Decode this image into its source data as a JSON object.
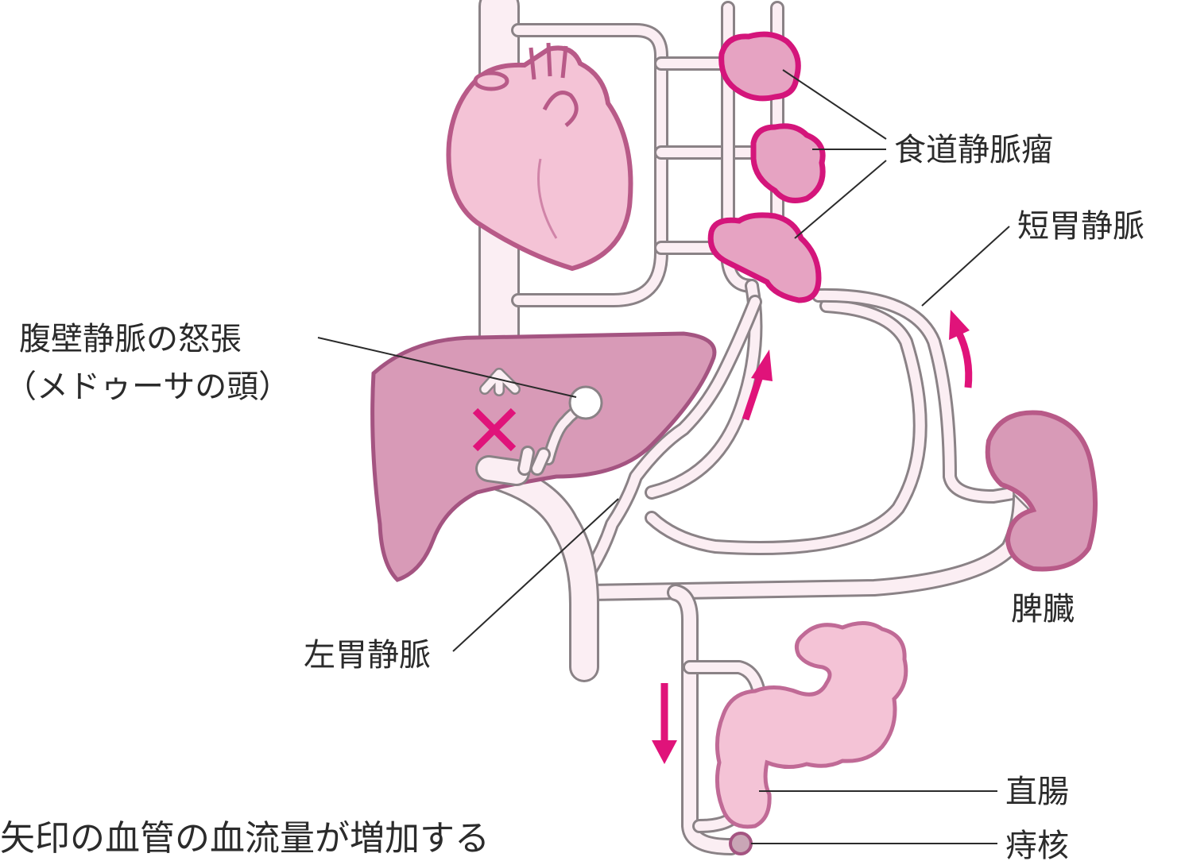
{
  "labels": {
    "esophageal_varices": "食道静脈瘤",
    "short_gastric_vein": "短胃静脈",
    "abdominal_wall_line1": "腹壁静脈の怒張",
    "abdominal_wall_line2": "（メドゥーサの頭）",
    "left_gastric_vein": "左胃静脈",
    "spleen": "脾臓",
    "rectum": "直腸",
    "hemorrhoid": "痔核"
  },
  "caption": "矢印の血管の血流量が増加する",
  "colors": {
    "accent": "#e0137a",
    "heart_fill": "#f4c3d6",
    "heart_stroke": "#b85a88",
    "liver_fill": "#d89ab7",
    "liver_stroke": "#a45481",
    "varix_fill": "#e6a3c2",
    "varix_stroke": "#d4157b",
    "vein_fill": "#fbeef3",
    "vein_stroke": "#8a8286",
    "colon_fill": "#f4c3d6",
    "colon_stroke": "#c06a96"
  },
  "icons": [
    "heart-icon",
    "liver-icon",
    "spleen-icon",
    "colon-icon",
    "blocked-x-icon",
    "flow-arrow-icon"
  ]
}
